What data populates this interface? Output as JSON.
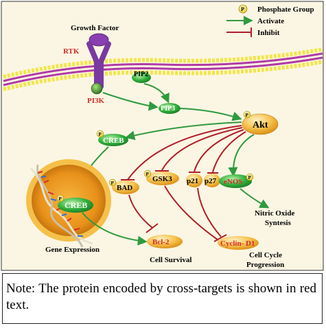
{
  "colors": {
    "panel_bg": "#fbf6e3",
    "activate": "#2f9a3e",
    "inhibit": "#b01e28",
    "membrane_head": "#f2e64b",
    "membrane_tail": "#b03aa6",
    "green_node": "#2fae3b",
    "orange_node": "#f2a51e",
    "red_text": "#d42b2b"
  },
  "legend": {
    "phosphate_badge": "P",
    "phosphate_label": "Phosphate Group",
    "activate_label": "Activate",
    "inhibit_label": "Inhibit"
  },
  "labels": {
    "growth_factor": "Growth Factor",
    "rtk": "RTK",
    "pi3k": "PI3K",
    "pip2": "PIP2",
    "pip3": "PIP3",
    "akt": "Akt",
    "creb_top": "CREB",
    "creb_nucleus": "CREB",
    "bad": "BAD",
    "gsk3": "GSK3",
    "p21": "p21",
    "p27": "p27",
    "enos": "eNOS",
    "bcl2": "Bcl-2",
    "cyclin_d1": "Cyclin- D1",
    "nitric_oxide_1": "Nitric Oxide",
    "nitric_oxide_2": "Syntesis",
    "gene_expression": "Gene Expression",
    "cell_survival": "Cell Survival",
    "cell_cycle_1": "Cell Cycle",
    "cell_cycle_2": "Progression",
    "phospho_badge": "P"
  },
  "note": "Note: The protein encoded by cross-targets is shown in red text."
}
